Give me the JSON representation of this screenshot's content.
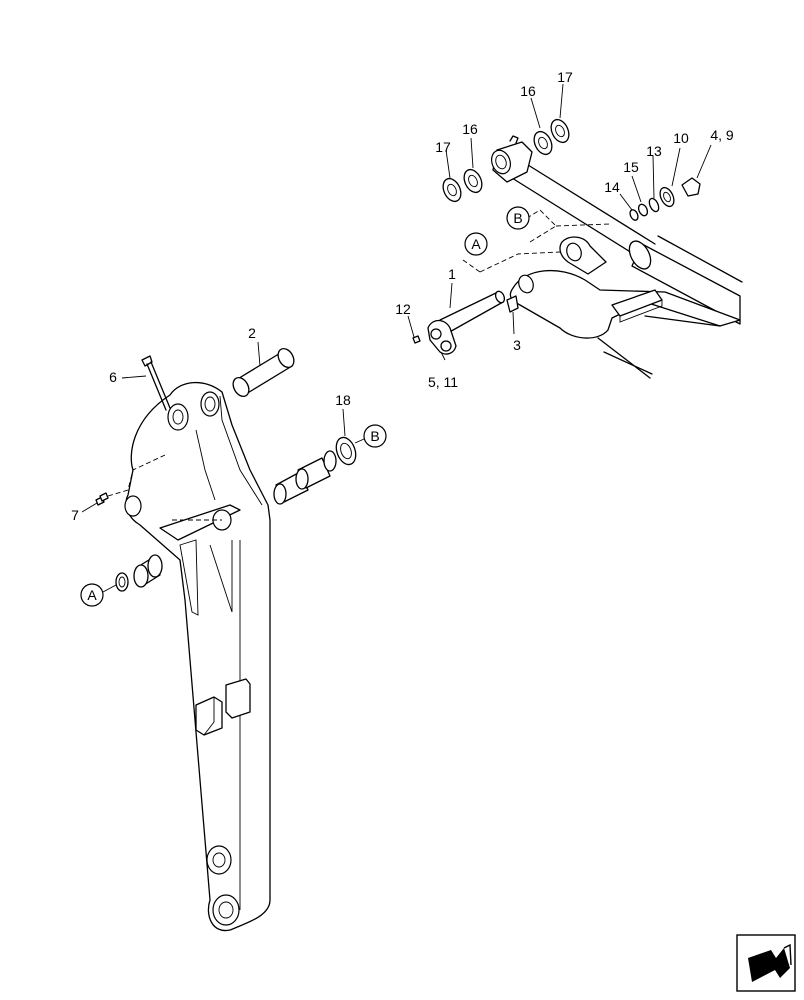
{
  "callouts": {
    "c1": "1",
    "c2": "2",
    "c3": "3",
    "c4_9": "4, 9",
    "c5_11": "5, 11",
    "c6": "6",
    "c7": "7",
    "c10": "10",
    "c12": "12",
    "c13": "13",
    "c14": "14",
    "c15": "15",
    "c16a": "16",
    "c16b": "16",
    "c17a": "17",
    "c17b": "17",
    "c18": "18"
  },
  "markers": {
    "a_upper": "A",
    "a_lower": "A",
    "b_upper": "B",
    "b_lower": "B"
  },
  "icons": {
    "nav": "page-turn-arrow-icon"
  }
}
